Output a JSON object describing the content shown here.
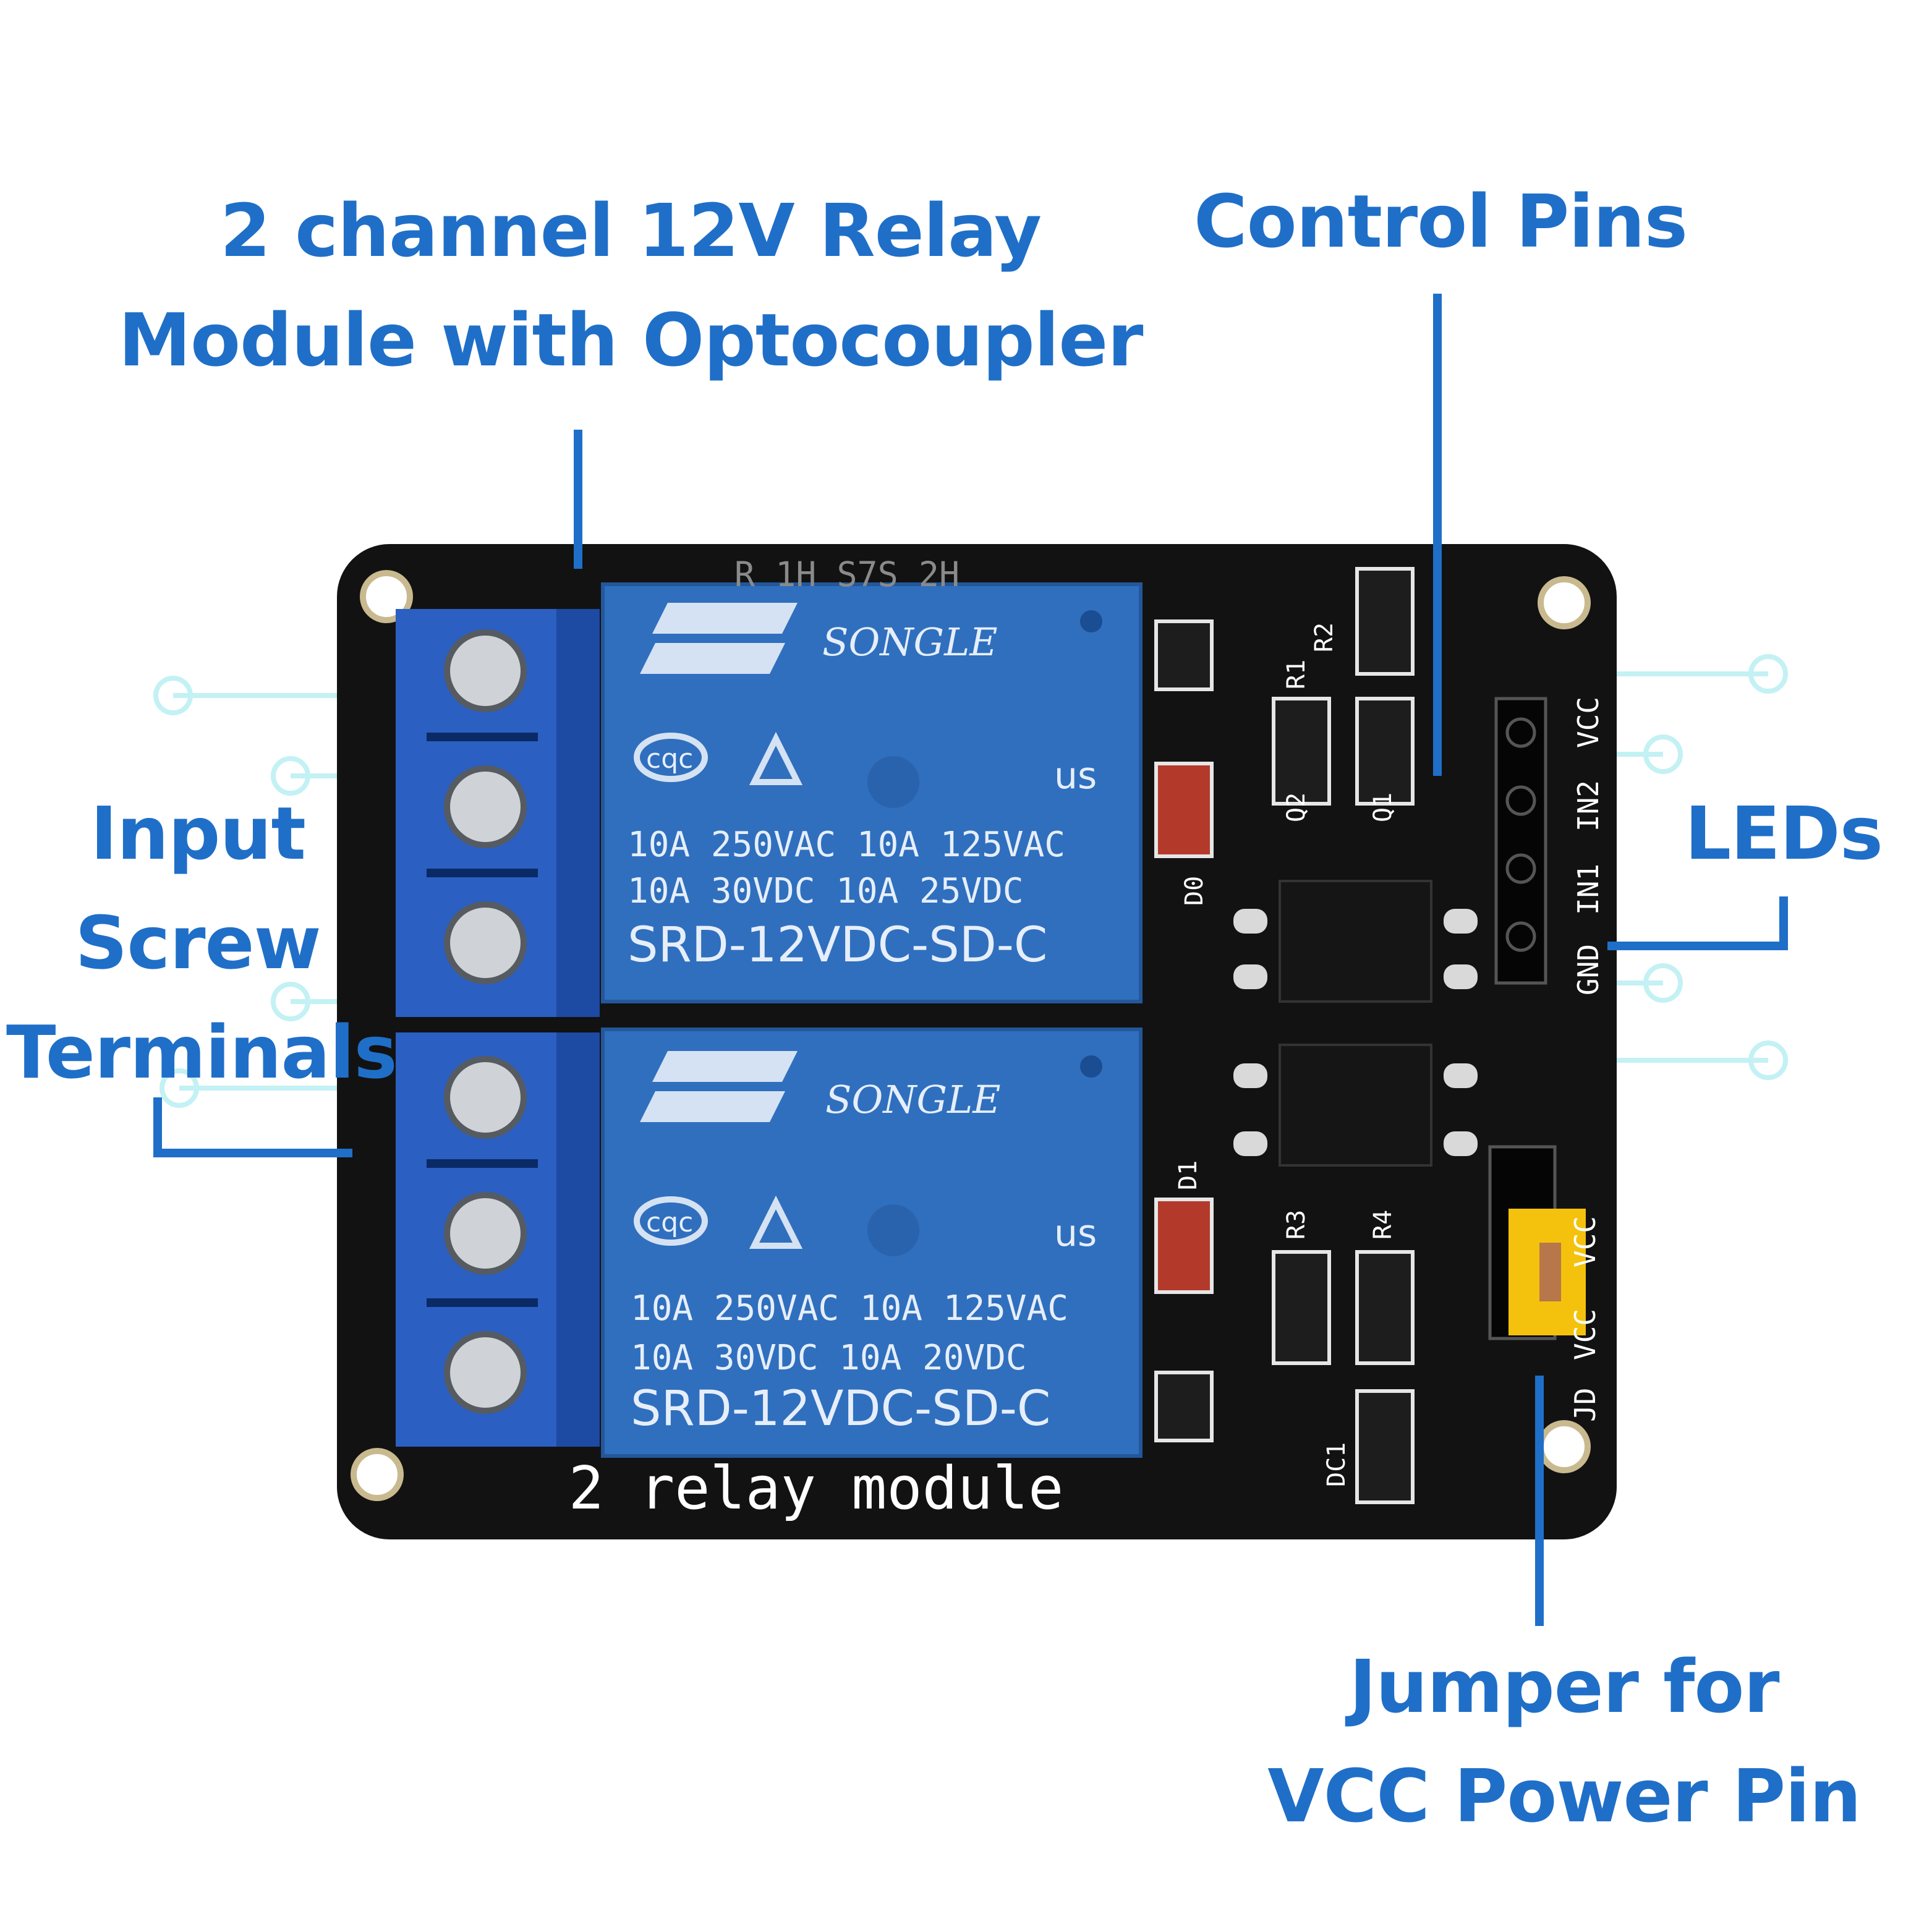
{
  "labels": {
    "title": [
      "2 channel 12V Relay",
      "Module with Optocoupler"
    ],
    "control_pins": [
      "Control Pins"
    ],
    "input_terminals": [
      "Input",
      "Screw",
      "Terminals"
    ],
    "leds": [
      "LEDs"
    ],
    "jumper": [
      "Jumper for",
      "VCC Power Pin"
    ]
  },
  "board": {
    "silkscreen": "2 relay module",
    "top_silkscreen": "R 1H S7S 2H",
    "pin_labels": [
      "GND",
      "IN1",
      "IN2",
      "VCC"
    ],
    "jumper_pin_labels": [
      "JD",
      "VCC",
      "VCC"
    ],
    "component_refs": [
      "Q2",
      "Q1",
      "D0",
      "D1",
      "R1",
      "R2",
      "R3",
      "R4",
      "DC1"
    ]
  },
  "relays": [
    {
      "brand": "SONGLE",
      "rating_line1": "10A 250VAC   10A 125VAC",
      "rating_line2": "10A  30VDC   10A  25VDC",
      "model": "SRD-12VDC-SD-C",
      "cert_left": "cqc",
      "cert_right": "us"
    },
    {
      "brand": "SONGLE",
      "rating_line1": "10A 250VAC   10A 125VAC",
      "rating_line2": "10A  30VDC   10A  20VDC",
      "model": "SRD-12VDC-SD-C",
      "cert_left": "cqc",
      "cert_right": "us"
    }
  ],
  "colors": {
    "label": "#1f6fc8",
    "pcb": "#111111",
    "relay_blue": "#2f6fbe",
    "terminal_blue": "#2b5fc2",
    "jumper_yellow": "#f4c20d",
    "accent_cyan": "#bff3f6"
  }
}
